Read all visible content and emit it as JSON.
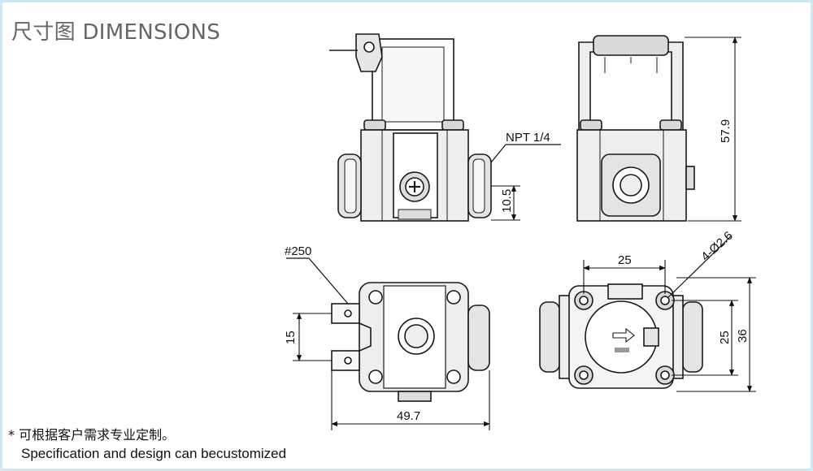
{
  "title": "尺寸图 DIMENSIONS",
  "dimensions": {
    "npt": "NPT 1/4",
    "height_total": "57.9",
    "height_port": "10.5",
    "terminal": "#250",
    "terminal_spacing": "15",
    "width_body": "49.7",
    "hole_spacing_h": "25",
    "holes": "4-Ø2.6",
    "hole_spacing_v": "25",
    "flange_height": "36"
  },
  "footnote": {
    "chinese": "* 可根据客户需求专业定制。",
    "english": "Specification and design can becustomized"
  },
  "colors": {
    "border": "#cfe6f3",
    "line": "#1a1a1a",
    "shade": "#d9d9d9"
  }
}
